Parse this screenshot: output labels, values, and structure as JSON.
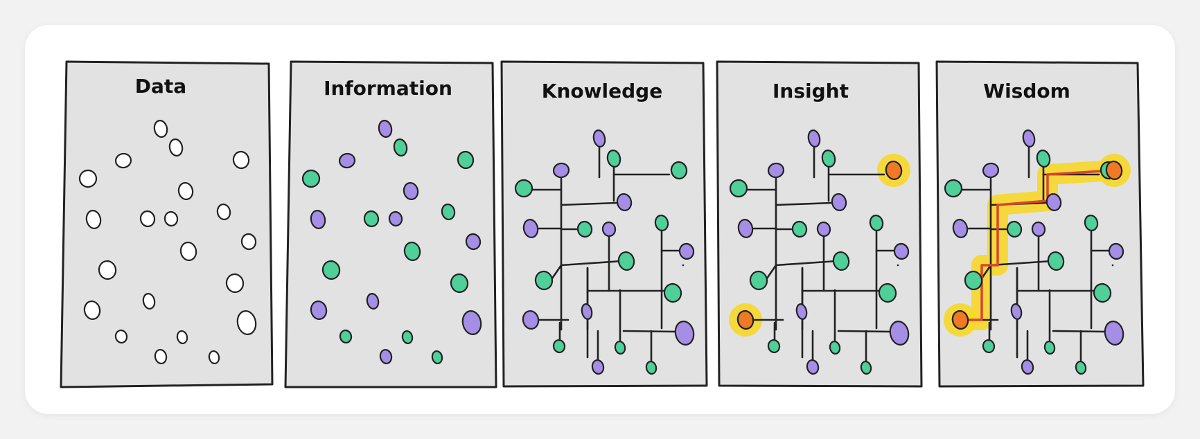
{
  "panels": [
    {
      "title": "Data"
    },
    {
      "title": "Information"
    },
    {
      "title": "Knowledge"
    },
    {
      "title": "Insight"
    },
    {
      "title": "Wisdom"
    }
  ],
  "colors": {
    "panel_fill": "#e2e2e2",
    "outline": "#222222",
    "empty_node": "#ffffff",
    "purple_node": "#a58ee6",
    "green_node": "#4fcf99",
    "highlight_glow": "#f7d82a",
    "highlight_node": "#ee7a25",
    "path_line": "#d9452d"
  }
}
